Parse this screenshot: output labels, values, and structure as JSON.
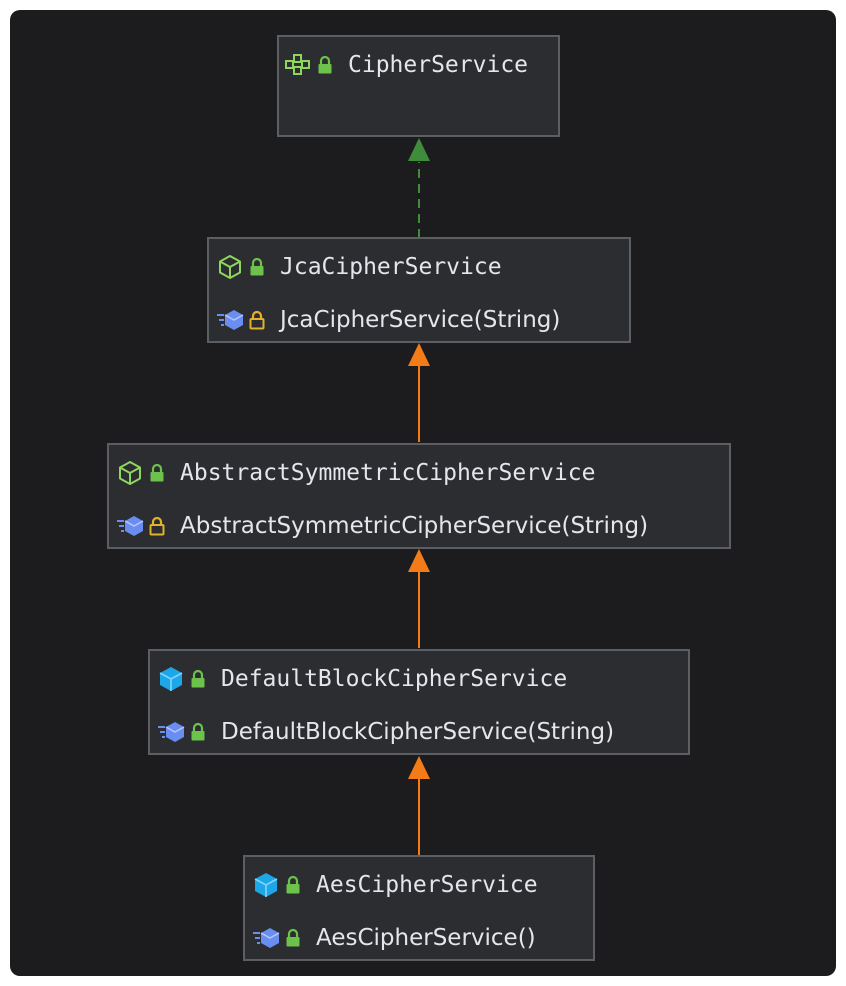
{
  "colors": {
    "background": "#1c1c1e",
    "node_fill": "#2b2d30",
    "node_border": "#5b5e63",
    "text": "#e4e6eb",
    "interface_edge": "#3f8c3a",
    "extends_edge": "#f47c18",
    "lock_public": "#6cc24a",
    "lock_protected": "#e2b22a",
    "abstract_icon": "#8fd65e",
    "class_icon": "#1ea7e8",
    "constructor_icon": "#6a8ef0"
  },
  "nodes": {
    "cipher_service": {
      "title": "CipherService",
      "title_icon": "interface-icon"
    },
    "jca_cipher_service": {
      "title": "JcaCipherService",
      "title_icon": "abstract-class-icon",
      "member": "JcaCipherService(String)",
      "member_visibility": "protected"
    },
    "abstract_symmetric": {
      "title": "AbstractSymmetricCipherService",
      "title_icon": "abstract-class-icon",
      "member": "AbstractSymmetricCipherService(String)",
      "member_visibility": "protected"
    },
    "default_block": {
      "title": "DefaultBlockCipherService",
      "title_icon": "class-icon",
      "member": "DefaultBlockCipherService(String)",
      "member_visibility": "public"
    },
    "aes_cipher_service": {
      "title": "AesCipherService",
      "title_icon": "class-icon",
      "member": "AesCipherService()",
      "member_visibility": "public"
    }
  },
  "edges": [
    {
      "from": "jca_cipher_service",
      "to": "cipher_service",
      "style": "dashed"
    },
    {
      "from": "abstract_symmetric",
      "to": "jca_cipher_service",
      "style": "solid"
    },
    {
      "from": "default_block",
      "to": "abstract_symmetric",
      "style": "solid"
    },
    {
      "from": "aes_cipher_service",
      "to": "default_block",
      "style": "solid"
    }
  ]
}
